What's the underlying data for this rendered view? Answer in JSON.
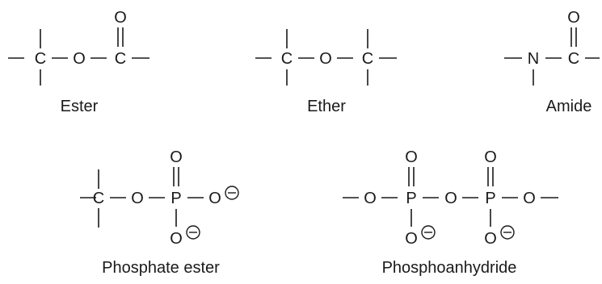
{
  "atoms": {
    "carbon": "C",
    "oxygen": "O",
    "nitrogen": "N",
    "phosphorus": "P"
  },
  "groups": [
    {
      "id": "ester",
      "caption": "Ester"
    },
    {
      "id": "ether",
      "caption": "Ether"
    },
    {
      "id": "amide",
      "caption": "Amide"
    },
    {
      "id": "phosphate-ester",
      "caption": "Phosphate ester"
    },
    {
      "id": "phosphoanhydride",
      "caption": "Phosphoanhydride"
    }
  ],
  "charge_symbol": "minus-in-circle"
}
